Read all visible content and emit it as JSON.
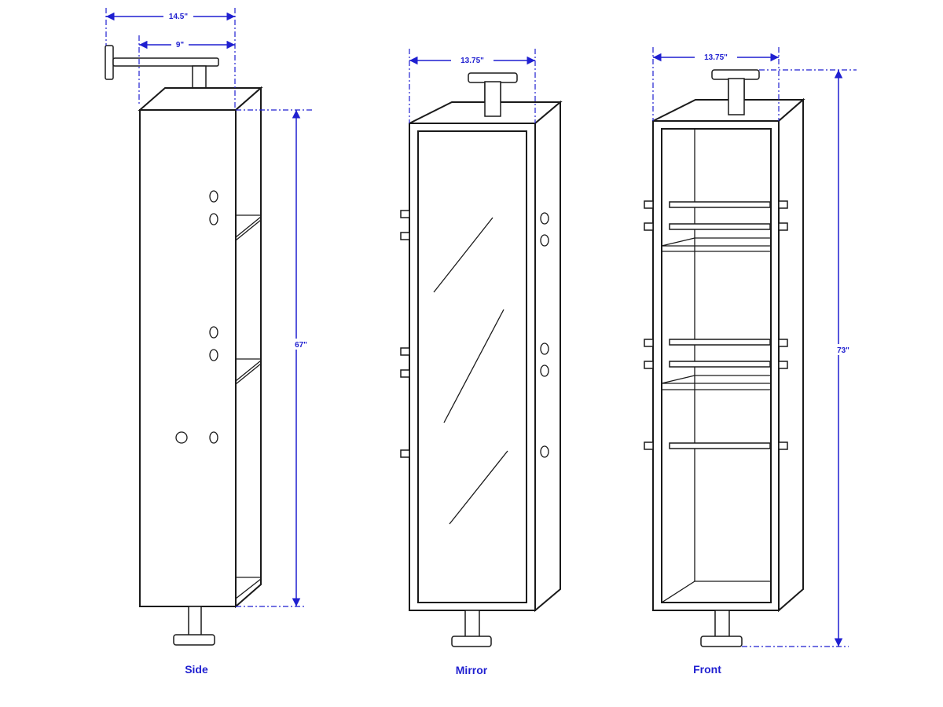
{
  "dimensions": {
    "side_depth_total": "14.5\"",
    "side_depth_bracket": "9\"",
    "mirror_width": "13.75\"",
    "front_width": "13.75\"",
    "cabinet_height": "67\"",
    "overall_height": "73\""
  },
  "views": {
    "side": "Side",
    "mirror": "Mirror",
    "front": "Front"
  },
  "colors": {
    "dimension": "#1f1fd0",
    "linework": "#1a1a1a"
  }
}
